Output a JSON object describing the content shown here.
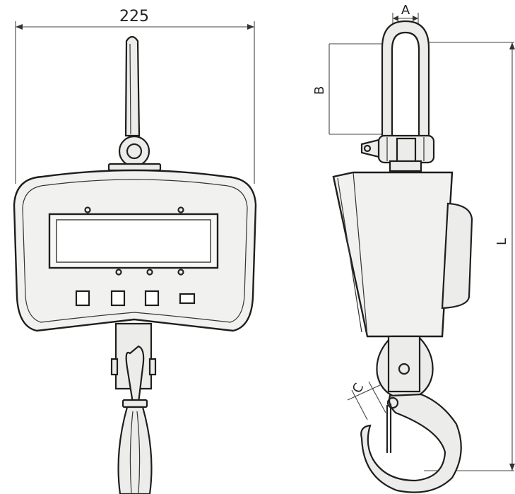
{
  "dimensions": {
    "width_value": "225",
    "a_label": "A",
    "b_label": "B",
    "c_label": "C",
    "l_label": "L"
  }
}
